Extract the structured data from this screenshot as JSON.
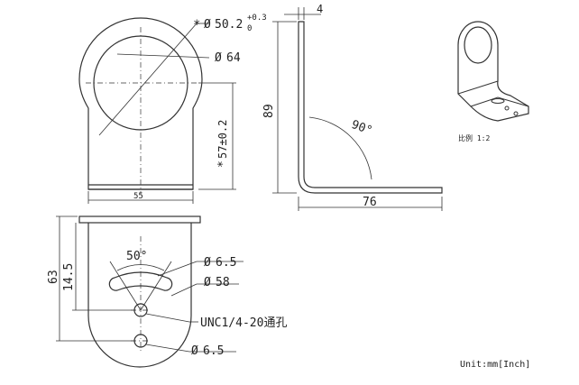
{
  "dimensions": {
    "top_circle_diameter": "50.2",
    "top_circle_tol_upper": "+0.3",
    "top_circle_tol_lower": "0",
    "top_circle_marker": "*",
    "outer_diameter": "64",
    "height_57": "57±0.2",
    "height_57_marker": "*",
    "width_55": "55",
    "thickness": "4",
    "height_89": "89",
    "angle": "90°",
    "base_76": "76",
    "bottom_63": "63",
    "bottom_14_5": "14.5",
    "slot_angle": "50°",
    "hole_6_5_top": "6.5",
    "slot_radius_58": "58",
    "thread_label": "UNC1/4-20通孔",
    "hole_6_5_bottom": "6.5",
    "diameter_symbol": "Ø"
  },
  "preview": {
    "scale_label": "比例 1:2"
  },
  "footer": {
    "unit_label": "Unit:mm[Inch]"
  }
}
